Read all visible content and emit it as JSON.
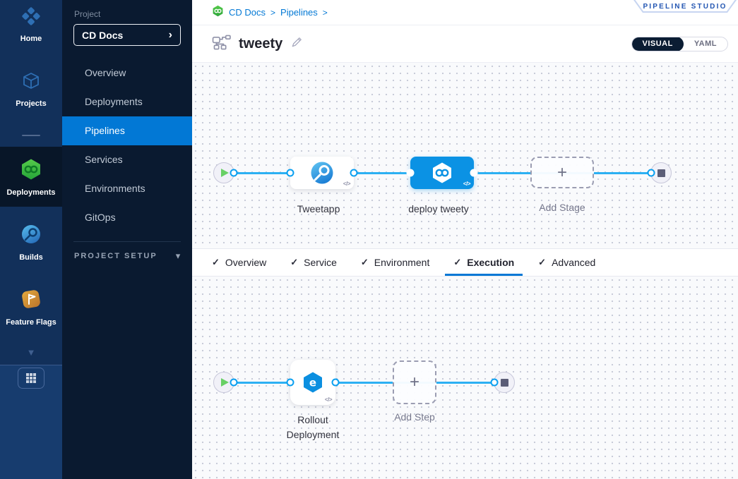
{
  "badge": {
    "label": "PIPELINE STUDIO"
  },
  "rail": {
    "items": [
      {
        "label": "Home"
      },
      {
        "label": "Projects"
      },
      {
        "label": "Deployments",
        "active": true
      },
      {
        "label": "Builds"
      },
      {
        "label": "Feature Flags"
      }
    ]
  },
  "project_panel": {
    "section_label": "Project",
    "selector_value": "CD Docs",
    "menu": [
      {
        "label": "Overview"
      },
      {
        "label": "Deployments"
      },
      {
        "label": "Pipelines",
        "active": true
      },
      {
        "label": "Services"
      },
      {
        "label": "Environments"
      },
      {
        "label": "GitOps"
      }
    ],
    "setup_label": "PROJECT SETUP"
  },
  "header": {
    "breadcrumb": [
      {
        "label": "CD Docs"
      },
      {
        "label": "Pipelines"
      }
    ],
    "separator": ">",
    "pipeline_name": "tweety",
    "toggle": {
      "visual_label": "VISUAL",
      "yaml_label": "YAML",
      "selected": "VISUAL"
    }
  },
  "stage_pipeline": {
    "stages": [
      {
        "name": "Tweetapp",
        "selected": false
      },
      {
        "name": "deploy tweety",
        "selected": true
      }
    ],
    "add_stage_label": "Add Stage",
    "code_glyph": "</>"
  },
  "tabs": {
    "check_glyph": "✓",
    "active": "Execution",
    "items": [
      {
        "label": "Overview",
        "checked": true
      },
      {
        "label": "Service",
        "checked": true
      },
      {
        "label": "Environment",
        "checked": true
      },
      {
        "label": "Execution",
        "checked": true
      },
      {
        "label": "Advanced",
        "checked": true
      }
    ]
  },
  "execution": {
    "steps": [
      {
        "name": "Rollout Deployment"
      }
    ],
    "add_step_label": "Add Step"
  },
  "glyphs": {
    "chevron_right": "›",
    "caret_down": "▾",
    "collapse_triangle": "▼",
    "plus": "+"
  },
  "colors": {
    "accent_blue": "#0278d5",
    "node_blue": "#0b92e4",
    "connector_blue": "#2cb0f3",
    "cd_green": "#42ba54"
  }
}
